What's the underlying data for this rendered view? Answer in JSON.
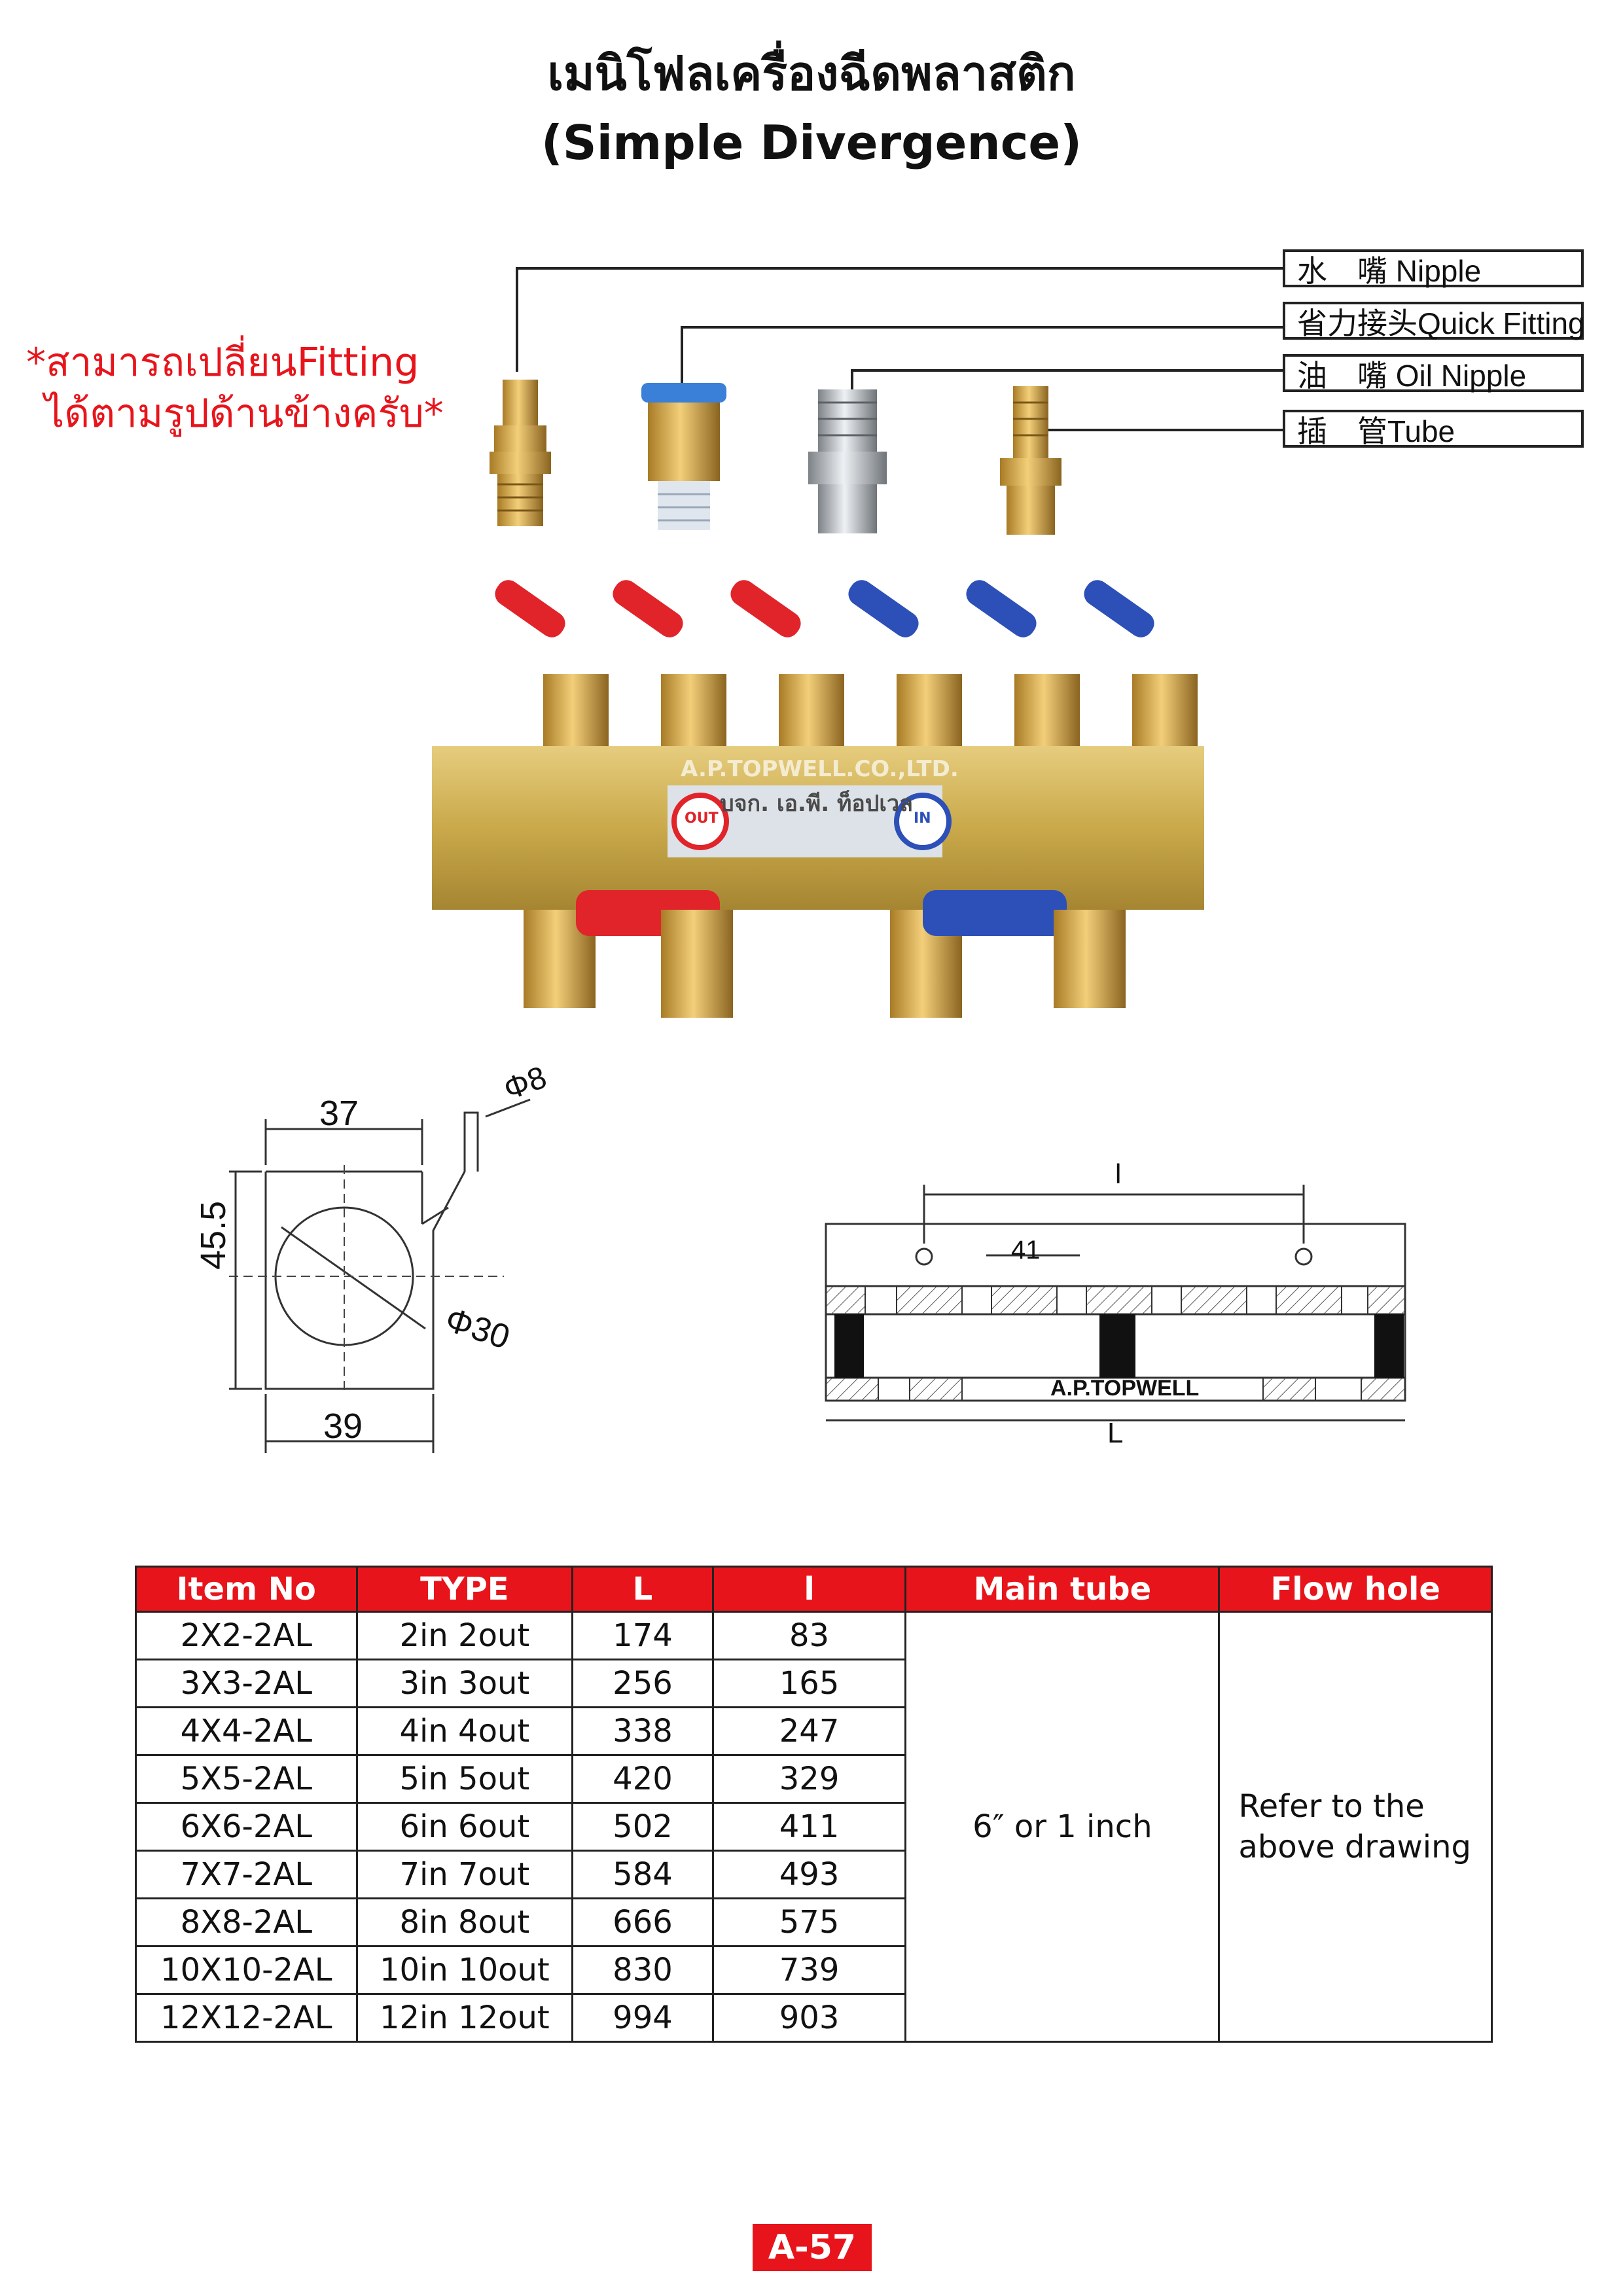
{
  "header": {
    "title_line1": "เมนิโฟลเครื่องฉีดพลาสติก",
    "title_line2": "(Simple Divergence)"
  },
  "note": {
    "line1": "*สามารถเปลี่ยนFitting",
    "line2": "ได้ตามรูปด้านข้างครับ*"
  },
  "fittings": [
    {
      "label": "水　嘴 Nipple"
    },
    {
      "label": "省力接头Quick Fitting"
    },
    {
      "label": "油　嘴 Oil Nipple"
    },
    {
      "label": "插　管Tube"
    }
  ],
  "manifold": {
    "brand_text": "A.P.TOPWELL.CO.,LTD.",
    "thai_text": "บจก. เอ.พี. ท็อปเวล",
    "out_label": "OUT",
    "in_label": "IN",
    "colors": {
      "body": "#c9a94a",
      "red_handle": "#e0242a",
      "blue_handle": "#2c4fb8",
      "brass": "#d4a13c"
    }
  },
  "drawing_left": {
    "dim_top": "37",
    "dim_bottom": "39",
    "dim_height": "45.5",
    "dim_hole": "Φ30",
    "dim_pin": "Φ8"
  },
  "drawing_right": {
    "dim_l": "l",
    "dim_41": "41",
    "dim_L": "L",
    "brand": "A.P.TOPWELL"
  },
  "table": {
    "headers": [
      "Item No",
      "TYPE",
      "L",
      "l",
      "Main tube",
      "Flow hole"
    ],
    "rows": [
      [
        "2X2-2AL",
        "2in 2out",
        "174",
        "83"
      ],
      [
        "3X3-2AL",
        "3in 3out",
        "256",
        "165"
      ],
      [
        "4X4-2AL",
        "4in 4out",
        "338",
        "247"
      ],
      [
        "5X5-2AL",
        "5in 5out",
        "420",
        "329"
      ],
      [
        "6X6-2AL",
        "6in 6out",
        "502",
        "411"
      ],
      [
        "7X7-2AL",
        "7in 7out",
        "584",
        "493"
      ],
      [
        "8X8-2AL",
        "8in 8out",
        "666",
        "575"
      ],
      [
        "10X10-2AL",
        "10in 10out",
        "830",
        "739"
      ],
      [
        "12X12-2AL",
        "12in 12out",
        "994",
        "903"
      ]
    ],
    "main_tube": "6″ or 1 inch",
    "flow_hole_line1": "Refer to the",
    "flow_hole_line2": "above drawing"
  },
  "footer": {
    "page": "A-57"
  }
}
